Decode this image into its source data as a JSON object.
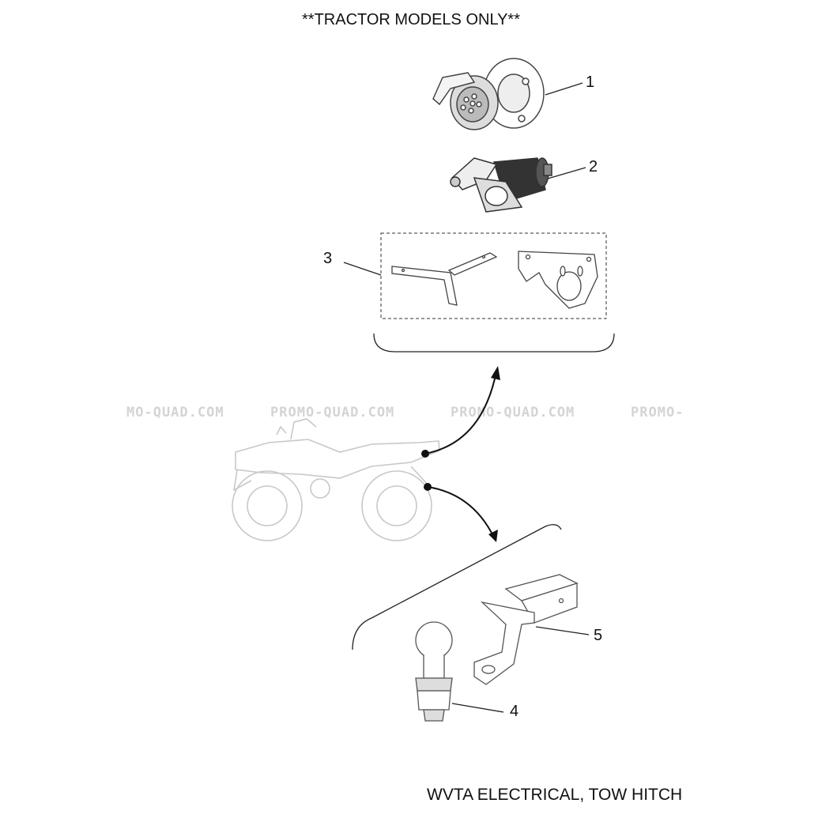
{
  "header": "**TRACTOR MODELS ONLY**",
  "footer": "WVTA ELECTRICAL, TOW HITCH",
  "watermark": [
    "MO-QUAD.COM",
    "PROMO-QUAD.COM",
    "PROMO-QUAD.COM",
    "PROMO-"
  ],
  "callouts": [
    "1",
    "2",
    "3",
    "4",
    "5"
  ],
  "colors": {
    "line": "#222222",
    "faint": "#c8c8c8",
    "part": "#555555"
  }
}
